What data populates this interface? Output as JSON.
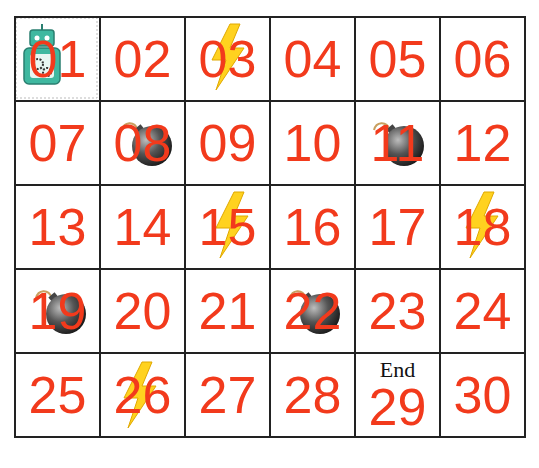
{
  "diagram": {
    "nodes": [
      {
        "text": [
          "01"
        ]
      },
      {
        "text": [
          "02"
        ]
      },
      {
        "text": [
          "03"
        ]
      },
      {
        "text": [
          "04"
        ]
      },
      {
        "text": [
          "05"
        ]
      },
      {
        "text": [
          "06"
        ]
      },
      {
        "text": [
          "07"
        ]
      },
      {
        "text": [
          "08"
        ]
      },
      {
        "text": [
          "09"
        ]
      },
      {
        "text": [
          "10"
        ]
      },
      {
        "text": [
          "11"
        ]
      },
      {
        "text": [
          "12"
        ]
      },
      {
        "text": [
          "13"
        ]
      },
      {
        "text": [
          "14"
        ]
      },
      {
        "text": [
          "15"
        ]
      },
      {
        "text": [
          "16"
        ]
      },
      {
        "text": [
          "17"
        ]
      },
      {
        "text": [
          "18"
        ]
      },
      {
        "text": [
          "19"
        ]
      },
      {
        "text": [
          "20"
        ]
      },
      {
        "text": [
          "21"
        ]
      },
      {
        "text": [
          "22"
        ]
      },
      {
        "text": [
          "23"
        ]
      },
      {
        "text": [
          "24"
        ]
      },
      {
        "text": [
          "25"
        ]
      },
      {
        "text": [
          "26"
        ]
      },
      {
        "text": [
          "27"
        ]
      },
      {
        "text": [
          "28"
        ]
      },
      {
        "text": [
          "End",
          "29"
        ]
      },
      {
        "text": [
          "30"
        ]
      }
    ]
  }
}
